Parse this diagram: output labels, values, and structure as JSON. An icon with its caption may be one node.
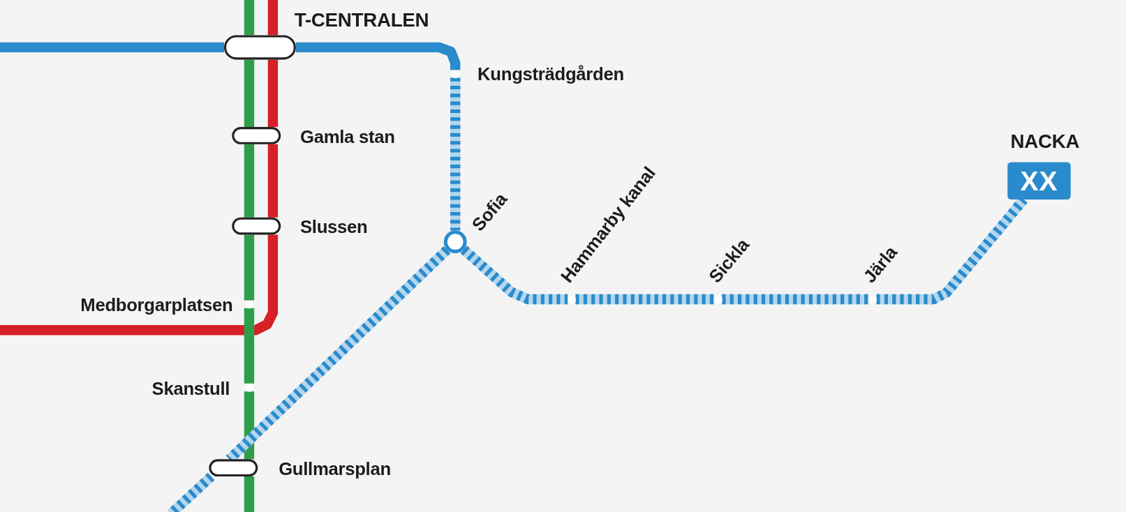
{
  "diagram": {
    "nodes": [
      {
        "text": [
          "T-CENTRALEN"
        ]
      },
      {
        "text": [
          "Kungsträdgården"
        ]
      },
      {
        "text": [
          "Gamla stan"
        ]
      },
      {
        "text": [
          "NACKA",
          "XX"
        ]
      },
      {
        "text": [
          "Slussen"
        ]
      },
      {
        "text": [
          "Sofia"
        ]
      },
      {
        "text": [
          "Hammarby kanal"
        ]
      },
      {
        "text": [
          "Sickla"
        ]
      },
      {
        "text": [
          "Järla"
        ]
      },
      {
        "text": [
          "Medborgarplatsen"
        ]
      },
      {
        "text": [
          "Skanstull"
        ]
      },
      {
        "text": [
          "Gullmarsplan"
        ]
      }
    ],
    "edges": [
      {
        "from": null,
        "to": 0,
        "arrow": "none",
        "color": "#2a8bcc"
      },
      {
        "from": 0,
        "to": 1,
        "arrow": "none",
        "color": "#2a8bcc"
      },
      {
        "from": 1,
        "to": 5,
        "arrow": "none",
        "style": "dashed",
        "color": "#2a8bcc"
      },
      {
        "from": 5,
        "to": 6,
        "arrow": "none",
        "style": "dashed",
        "color": "#2a8bcc"
      },
      {
        "from": 6,
        "to": 7,
        "arrow": "none",
        "style": "dashed",
        "color": "#2a8bcc"
      },
      {
        "from": 7,
        "to": 8,
        "arrow": "none",
        "style": "dashed",
        "color": "#2a8bcc"
      },
      {
        "from": 8,
        "to": 3,
        "arrow": "none",
        "style": "dashed",
        "color": "#2a8bcc"
      },
      {
        "from": 5,
        "to": 11,
        "arrow": "none",
        "style": "dashed",
        "color": "#2a8bcc"
      },
      {
        "from": 11,
        "to": null,
        "arrow": "none",
        "style": "dashed",
        "color": "#2a8bcc"
      },
      {
        "from": null,
        "to": 0,
        "arrow": "none",
        "color": "#2e9e4b"
      },
      {
        "from": 0,
        "to": 2,
        "arrow": "none",
        "color": "#2e9e4b"
      },
      {
        "from": 2,
        "to": 4,
        "arrow": "none",
        "color": "#2e9e4b"
      },
      {
        "from": 4,
        "to": 9,
        "arrow": "none",
        "color": "#2e9e4b"
      },
      {
        "from": 9,
        "to": 10,
        "arrow": "none",
        "color": "#2e9e4b"
      },
      {
        "from": 10,
        "to": 11,
        "arrow": "none",
        "color": "#2e9e4b"
      },
      {
        "from": 11,
        "to": null,
        "arrow": "none",
        "color": "#2e9e4b"
      },
      {
        "from": null,
        "to": 0,
        "arrow": "none",
        "color": "#d71f27"
      },
      {
        "from": 0,
        "to": 2,
        "arrow": "none",
        "color": "#d71f27"
      },
      {
        "from": 2,
        "to": 4,
        "arrow": "none",
        "color": "#d71f27"
      },
      {
        "from": 4,
        "to": null,
        "arrow": "none",
        "color": "#d71f27"
      }
    ]
  }
}
